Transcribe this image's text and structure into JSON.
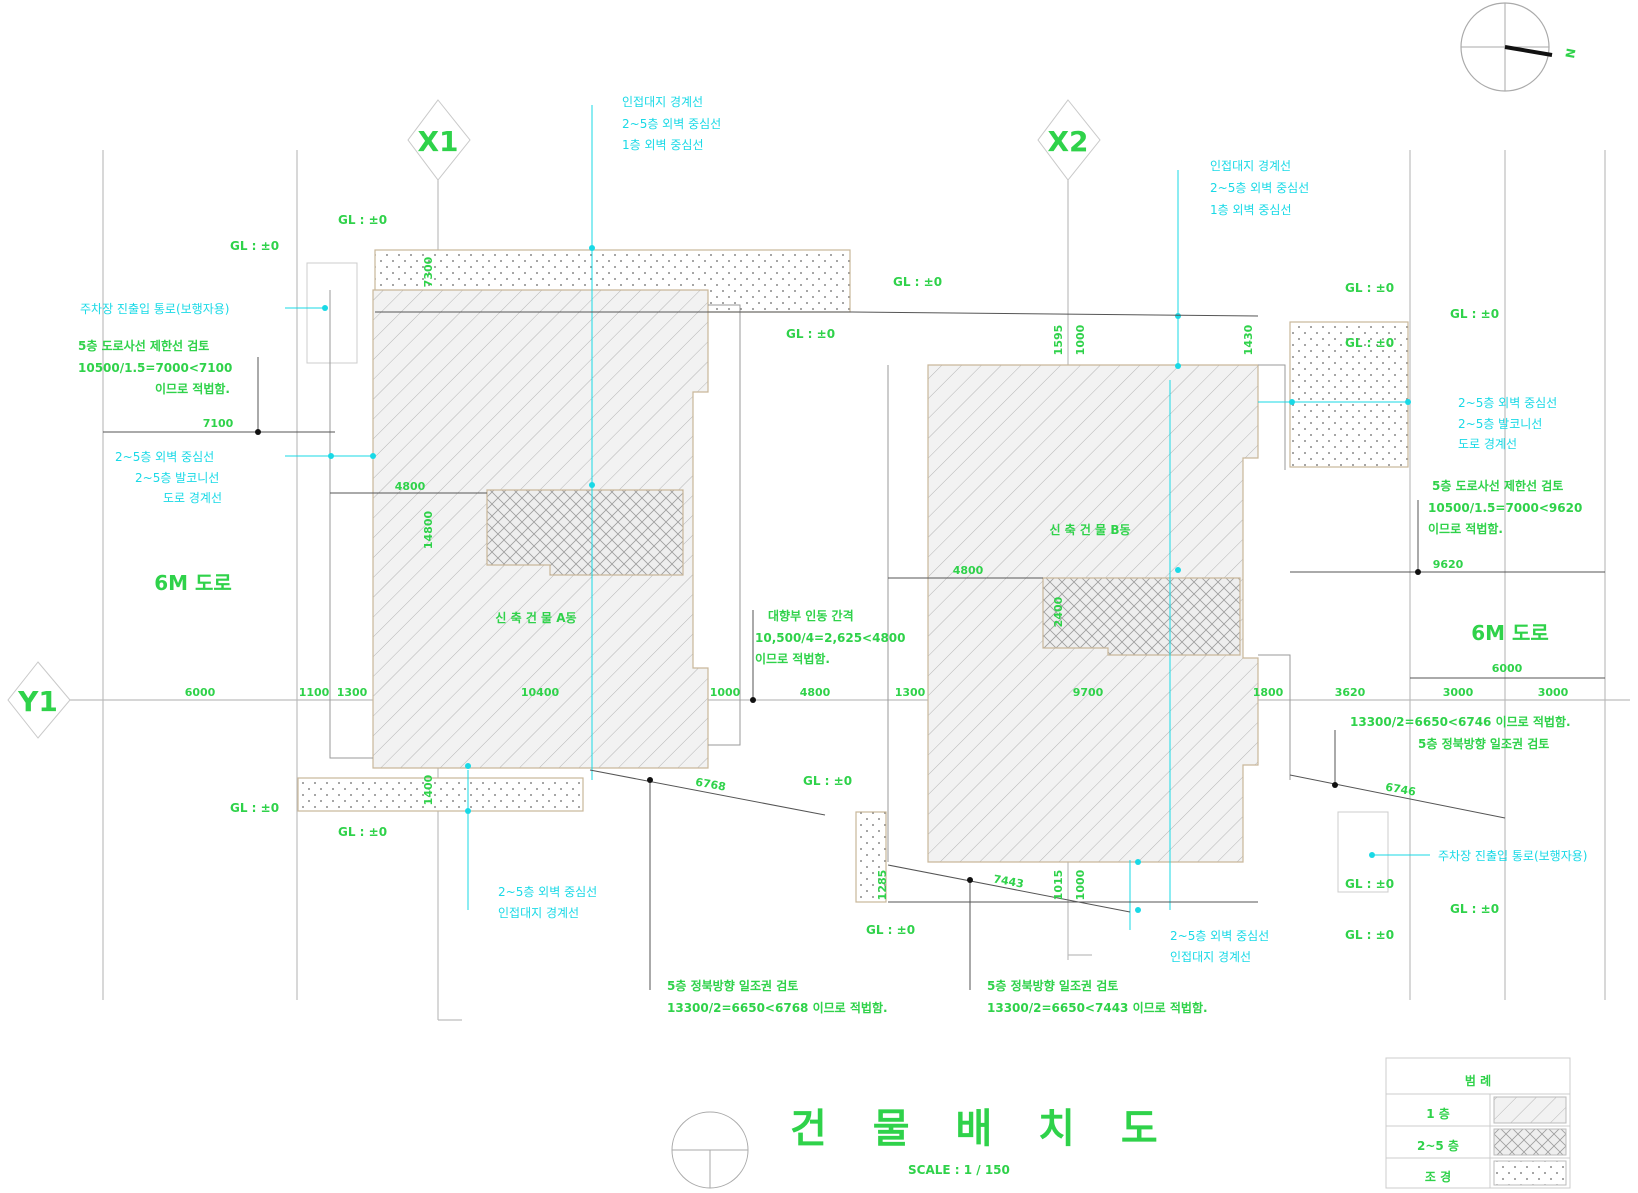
{
  "drawing": {
    "title": "건 물 배 치 도",
    "scale": "SCALE : 1 / 150",
    "north_label": "N",
    "axes": {
      "x1": "X1",
      "x2": "X2",
      "y1": "Y1"
    },
    "buildings": {
      "a": "신 축 건 물 A동",
      "b": "신 축 건 물 B동"
    },
    "roads": {
      "left": "6M 도로",
      "right": "6M 도로"
    },
    "gl_label": "GL : ±0",
    "notes": {
      "a_top_1": "인접대지 경계선",
      "a_top_2": "2~5층 외벽 중심선",
      "a_top_3": "1층 외벽 중심선",
      "b_top_1": "인접대지 경계선",
      "b_top_2": "2~5층 외벽 중심선",
      "b_top_3": "1층 외벽 중심선",
      "parking_left": "주차장 진출입 통로(보행자용)",
      "road_slant_left_1": "5층 도로사선 제한선 검토",
      "road_slant_left_2": "10500/1.5=7000<7100",
      "road_slant_left_3": "이므로 적법함.",
      "left_mid_1": "2~5층 외벽 중심선",
      "left_mid_2": "2~5층 발코니선",
      "left_mid_3": "도로 경계선",
      "right_mid_1": "2~5층 외벽 중심선",
      "right_mid_2": "2~5층 발코니선",
      "right_mid_3": "도로 경계선",
      "road_slant_right_1": "5층 도로사선 제한선 검토",
      "road_slant_right_2": "10500/1.5=7000<9620",
      "road_slant_right_3": "이므로 적법함.",
      "gap_1": "대향부 인동 간격",
      "gap_2": "10,500/4=2,625<4800",
      "gap_3": "이므로 적법함.",
      "right_sun_1": "13300/2=6650<6746 이므로 적법함.",
      "right_sun_2": "5층 정북방향 일조권 검토",
      "parking_right": "주차장 진출입 통로(보행자용)",
      "a_bottom_1": "2~5층 외벽 중심선",
      "a_bottom_2": "인접대지 경계선",
      "b_bottom_1": "2~5층 외벽 중심선",
      "b_bottom_2": "인접대지 경계선",
      "sun_a_1": "5층 정북방향 일조권 검토",
      "sun_a_2": "13300/2=6650<6768 이므로 적법함.",
      "sun_b_1": "5층 정북방향 일조권 검토",
      "sun_b_2": "13300/2=6650<7443 이므로 적법함."
    },
    "dimensions": {
      "d6000_left": "6000",
      "d1100": "1100",
      "d1300a": "1300",
      "d10400": "10400",
      "d1000": "1000",
      "d4800_mid": "4800",
      "d1300b": "1300",
      "d9700": "9700",
      "d1800": "1800",
      "d3620": "3620",
      "d3000a": "3000",
      "d3000b": "3000",
      "d6000_right": "6000",
      "d7100": "7100",
      "d4800_a": "4800",
      "d4800_b": "4800",
      "d9620": "9620",
      "v7300": "7300",
      "v14800": "14800",
      "v1400": "1400",
      "v1595": "1595",
      "v1000": "1000",
      "v1430": "1430",
      "v2400": "2400",
      "v1285": "1285",
      "v1015": "1015",
      "v1000b": "1000",
      "s6768": "6768",
      "s6746": "6746",
      "s7443": "7443"
    },
    "legend": {
      "title": "범 례",
      "rows": [
        {
          "label": "1 층"
        },
        {
          "label": "2~5 층"
        },
        {
          "label": "조 경"
        }
      ]
    }
  }
}
